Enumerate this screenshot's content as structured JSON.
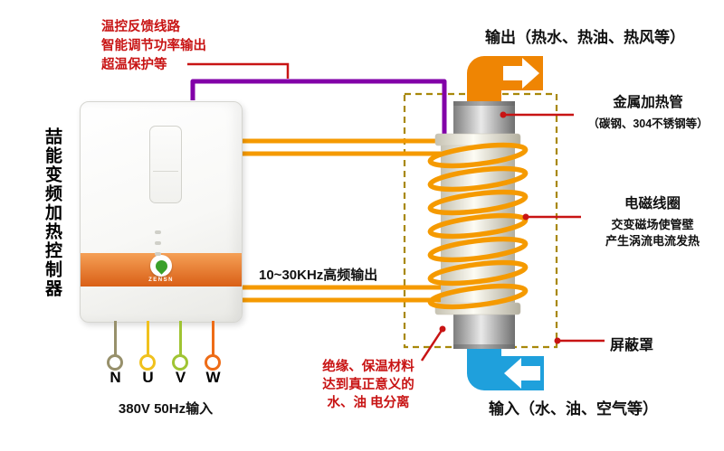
{
  "colors": {
    "red": "#c81414",
    "purple": "#8200a8",
    "orange": "#f59a00",
    "pipe-orange": "#ef8503",
    "pipe-blue": "#1fa0dc",
    "dashed": "#a8880a",
    "band-top": "#f5a056",
    "band-bottom": "#d95f16",
    "wire-n": "#97906b",
    "wire-u": "#f0c11d",
    "wire-v": "#a0c433",
    "wire-w": "#ee6c17"
  },
  "controller": {
    "side_label": "喆能变频加热控制器",
    "brand": "ZENSN"
  },
  "annotations": {
    "feedback_lines": [
      "温控反馈线路",
      "智能调节功率输出",
      "超温保护等"
    ],
    "hf_output": "10~30KHz高频输出",
    "output_label": "输出（热水、热油、热风等）",
    "input_label": "输入（水、油、空气等）",
    "tube_title": "金属加热管",
    "tube_sub": "（碳钢、304不锈钢等）",
    "coil_lines": [
      "电磁线圈",
      "交变磁场使管壁",
      "产生涡流电流发热"
    ],
    "shield_label": "屏蔽罩",
    "insulation_lines": [
      "绝缘、保温材料",
      "达到真正意义的",
      "水、油 电分离"
    ]
  },
  "terminals": {
    "labels": [
      "N",
      "U",
      "V",
      "W"
    ],
    "power_label": "380V 50Hz输入"
  }
}
